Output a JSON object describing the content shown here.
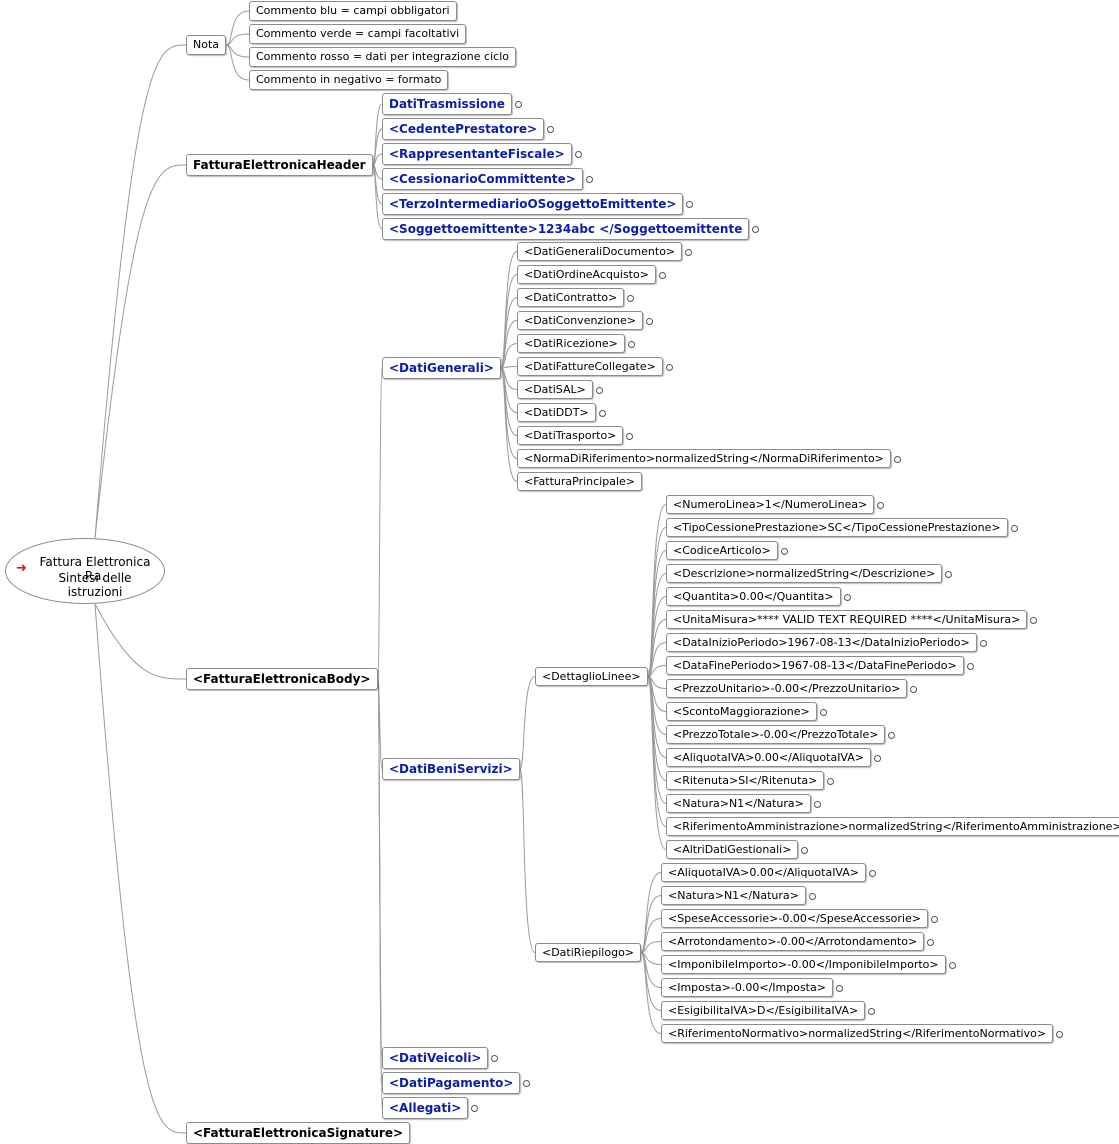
{
  "root": {
    "icon": "red-arrow-icon",
    "line1": "Fattura Elettronica P.a.",
    "line2": "Sintesi delle istruzioni"
  },
  "nota": {
    "label": "Nota",
    "items": [
      "Commento blu = campi obbligatori",
      "Commento verde = campi facoltativi",
      "Commento rosso = dati per integrazione ciclo",
      "Commento in negativo = formato"
    ]
  },
  "header": {
    "label": "FatturaElettronicaHeader",
    "children": [
      "DatiTrasmissione",
      "<CedentePrestatore>",
      "<RappresentanteFiscale>",
      "<CessionarioCommittente>",
      "<TerzoIntermediarioOSoggettoEmittente>",
      "<Soggettoemittente>1234abc </Soggettoemittente"
    ]
  },
  "body": {
    "label": "<FatturaElettronicaBody>",
    "dati_generali": {
      "label": "<DatiGenerali>",
      "children": [
        "<DatiGeneraliDocumento>",
        "<DatiOrdineAcquisto>",
        "<DatiContratto>",
        "<DatiConvenzione>",
        "<DatiRicezione>",
        "<DatiFattureCollegate>",
        "<DatiSAL>",
        "<DatiDDT>",
        "<DatiTrasporto>",
        "<NormaDiRiferimento>normalizedString</NormaDiRiferimento>",
        "<FatturaPrincipale>"
      ]
    },
    "dati_beni_servizi": {
      "label": "<DatiBeniServizi>",
      "dettaglio_linee": {
        "label": "<DettaglioLinee>",
        "children": [
          "<NumeroLinea>1</NumeroLinea>",
          "<TipoCessionePrestazione>SC</TipoCessionePrestazione>",
          "<CodiceArticolo>",
          "<Descrizione>normalizedString</Descrizione>",
          "<Quantita>0.00</Quantita>",
          "<UnitaMisura>**** VALID TEXT REQUIRED ****</UnitaMisura>",
          "<DataInizioPeriodo>1967-08-13</DataInizioPeriodo>",
          "<DataFinePeriodo>1967-08-13</DataFinePeriodo>",
          "<PrezzoUnitario>-0.00</PrezzoUnitario>",
          "<ScontoMaggiorazione>",
          "<PrezzoTotale>-0.00</PrezzoTotale>",
          "<AliquotaIVA>0.00</AliquotaIVA>",
          "<Ritenuta>SI</Ritenuta>",
          "<Natura>N1</Natura>",
          "<RiferimentoAmministrazione>normalizedString</RiferimentoAmministrazione>",
          "<AltriDatiGestionali>"
        ]
      },
      "dati_riepilogo": {
        "label": "<DatiRiepilogo>",
        "children": [
          "<AliquotaIVA>0.00</AliquotaIVA>",
          "<Natura>N1</Natura>",
          "<SpeseAccessorie>-0.00</SpeseAccessorie>",
          "<Arrotondamento>-0.00</Arrotondamento>",
          "<ImponibileImporto>-0.00</ImponibileImporto>",
          "<Imposta>-0.00</Imposta>",
          "<EsigibilitaIVA>D</EsigibilitaIVA>",
          "<RiferimentoNormativo>normalizedString</RiferimentoNormativo>"
        ]
      }
    },
    "others": [
      "<DatiVeicoli>",
      "<DatiPagamento>",
      "<Allegati>"
    ]
  },
  "signature": {
    "label": "<FatturaElettronicaSignature>"
  },
  "colors": {
    "mandatory_text": "#0a1ea8",
    "root_arrow": "#d61a1a",
    "edge": "#9a9a9a",
    "border": "#8c8c8c"
  }
}
